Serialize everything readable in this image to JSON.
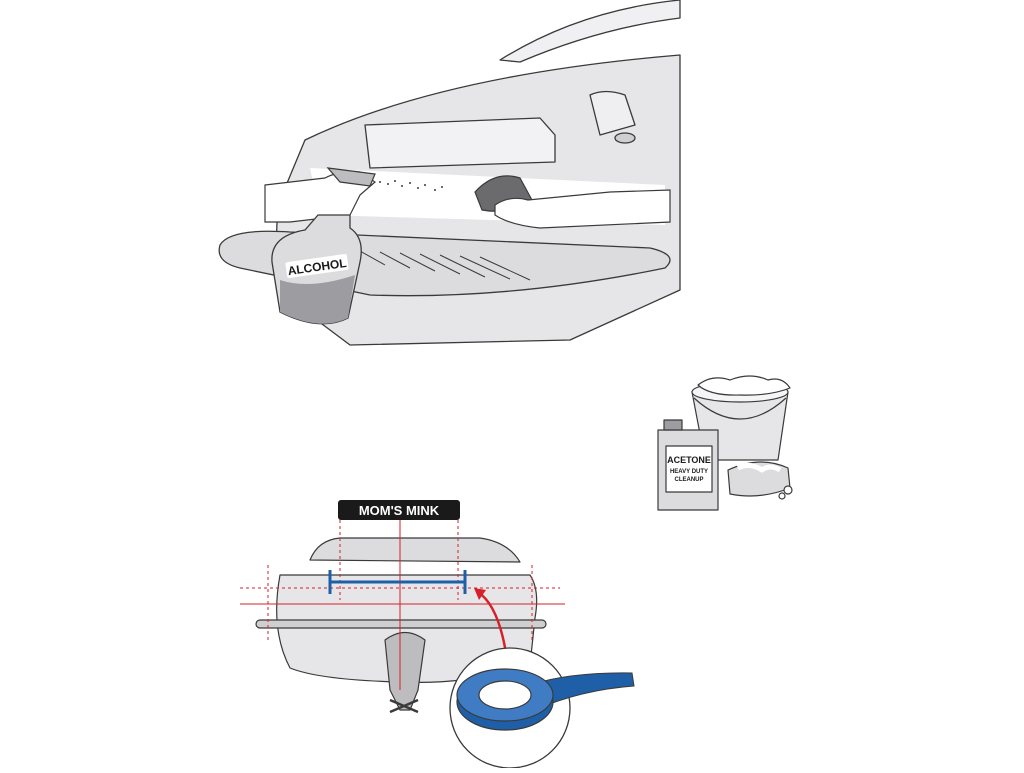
{
  "colors": {
    "line": "#3a3a3a",
    "hull_fill": "#e6e6e8",
    "hull_shade": "#cfcfd2",
    "highlight": "#ffffff",
    "tape_blue": "#1f5fa8",
    "guide_red": "#d6202a",
    "label_dark": "#1a1a1a"
  },
  "labels": {
    "alcohol": "ALCOHOL",
    "acetone_title": "ACETONE",
    "acetone_line1": "HEAVY DUTY",
    "acetone_line2": "CLEANUP",
    "boat_name": "MOM'S MINK"
  },
  "icons": {
    "spray_bottle": "spray-bottle-icon",
    "cloth": "cloth-icon",
    "bucket": "bucket-icon",
    "can": "can-icon",
    "sponge": "sponge-icon",
    "tape_roll": "tape-roll-icon"
  }
}
